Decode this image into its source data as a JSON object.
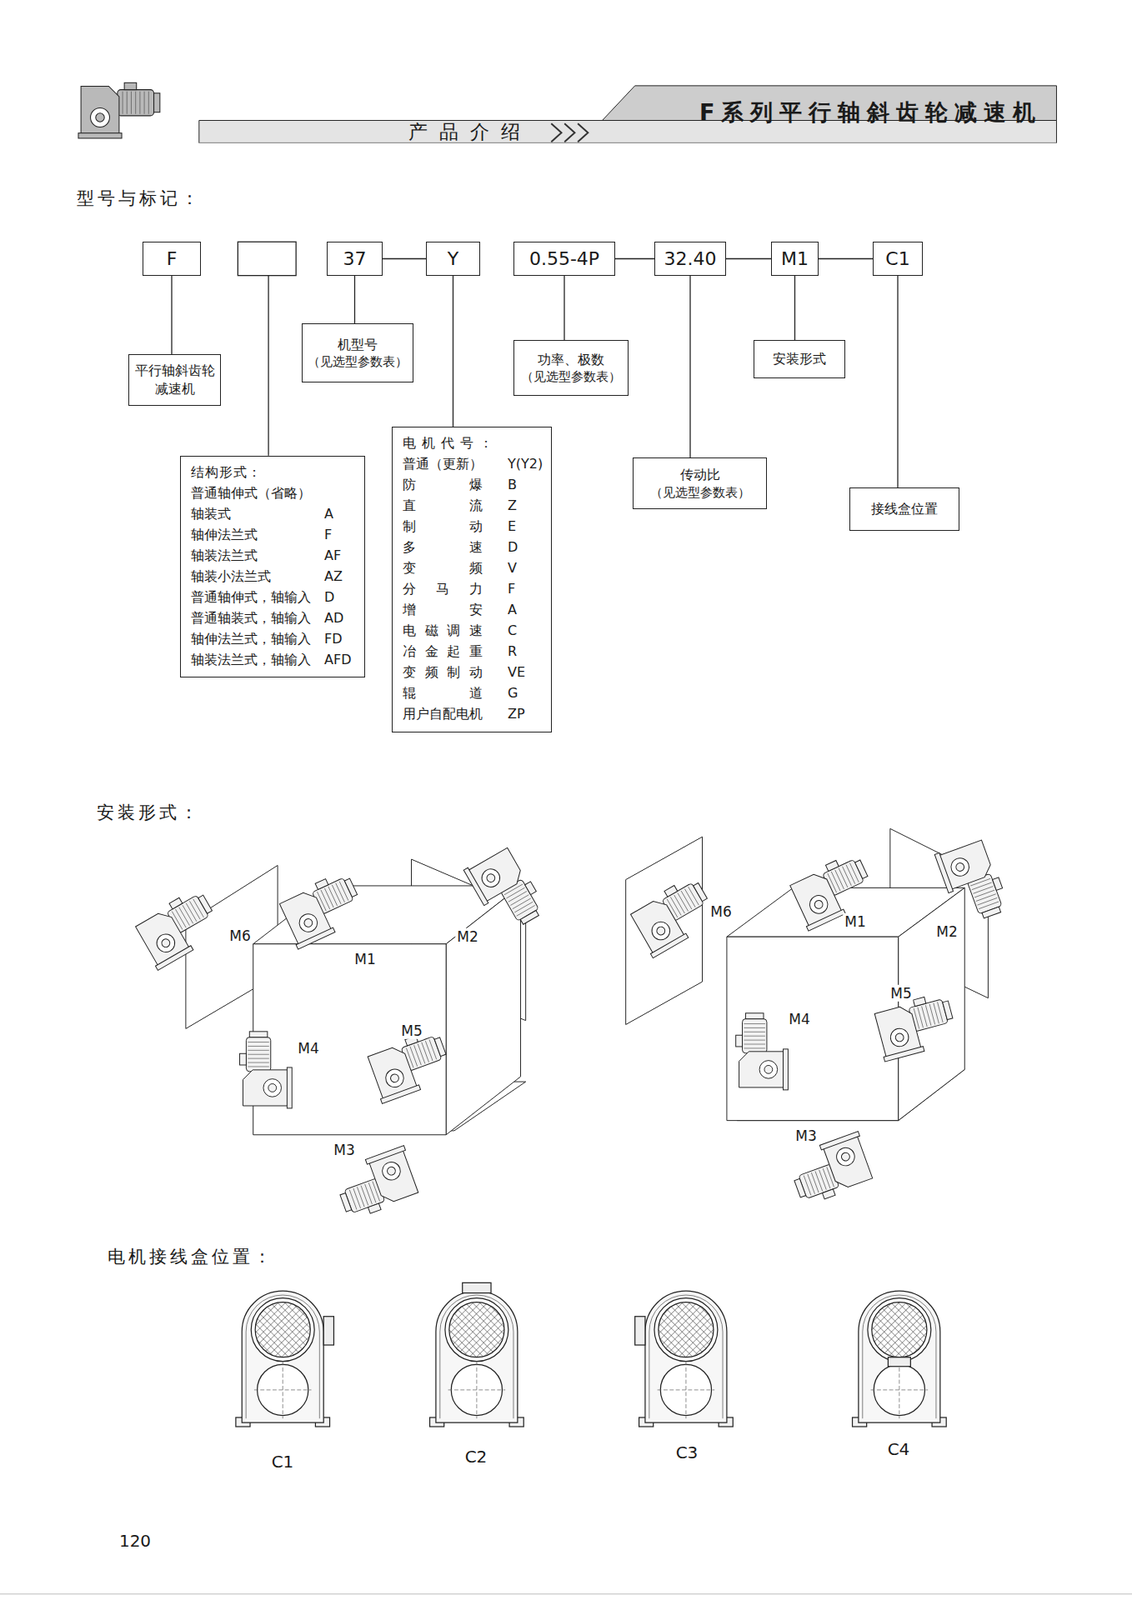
{
  "diagram": {
    "title": "F系列平行轴斜齿轮减速机",
    "nodes": [
      {
        "text": [
          "F"
        ]
      },
      {
        "text": [
          "37"
        ]
      },
      {
        "text": [
          "Y"
        ]
      },
      {
        "text": [
          "0.55-4P"
        ]
      },
      {
        "text": [
          "32.40"
        ]
      },
      {
        "text": [
          "M1"
        ]
      },
      {
        "text": [
          "C1"
        ]
      },
      {
        "text": [
          "平行轴斜齿轮 减速机"
        ]
      },
      {
        "text": [
          "机型号",
          "（见选型参数表）"
        ]
      },
      {
        "text": [
          "功率、极数",
          "（见选型参数表）"
        ]
      },
      {
        "text": [
          "安装形式"
        ]
      },
      {
        "text": [
          "结构形式：",
          "普通轴伸式（省略）",
          "轴装式",
          "A",
          "轴伸法兰式",
          "F",
          "轴装法兰式",
          "AF",
          "轴装小法兰式",
          "AZ",
          "普通轴伸式，轴输入",
          "D",
          "普通轴装式，轴输入",
          "AD",
          "轴伸法兰式，轴输入",
          "FD",
          "轴装法兰式，轴输入",
          "AFD"
        ]
      },
      {
        "text": [
          "电机代号：",
          "普通（更新）",
          "Y(Y2)",
          "防爆",
          "B",
          "直流",
          "Z",
          "制动",
          "E",
          "多速",
          "D",
          "变频",
          "V",
          "分马力",
          "F",
          "增安",
          "A",
          "电磁调速",
          "C",
          "冶金起重",
          "R",
          "变频制动",
          "VE",
          "辊道",
          "G",
          "用户自配电机",
          "ZP"
        ]
      },
      {
        "text": [
          "传动比",
          "（见选型参数表）"
        ]
      },
      {
        "text": [
          "接线盒位置"
        ]
      }
    ],
    "edges": [
      {
        "from": 0,
        "to": 7,
        "arrow": "none"
      },
      {
        "from": 1,
        "to": 2,
        "arrow": "none"
      },
      {
        "from": 1,
        "to": 8,
        "arrow": "none"
      },
      {
        "from": 2,
        "to": 12,
        "arrow": "none"
      },
      {
        "from": 3,
        "to": 4,
        "arrow": "none"
      },
      {
        "from": 3,
        "to": 9,
        "arrow": "none"
      },
      {
        "from": 4,
        "to": 5,
        "arrow": "none"
      },
      {
        "from": 4,
        "to": 13,
        "arrow": "none"
      },
      {
        "from": 5,
        "to": 6,
        "arrow": "none"
      },
      {
        "from": 5,
        "to": 10,
        "arrow": "none"
      },
      {
        "from": 6,
        "to": 14,
        "arrow": "none"
      }
    ],
    "labels": [
      "产品介绍",
      "型号与标记：",
      "安装形式：",
      "M6",
      "M1",
      "M2",
      "M4",
      "M5",
      "M3",
      "M6",
      "M1",
      "M2",
      "M4",
      "M5",
      "M3",
      "电机接线盒位置：",
      "C1",
      "C2",
      "C3",
      "C4",
      "120"
    ]
  }
}
